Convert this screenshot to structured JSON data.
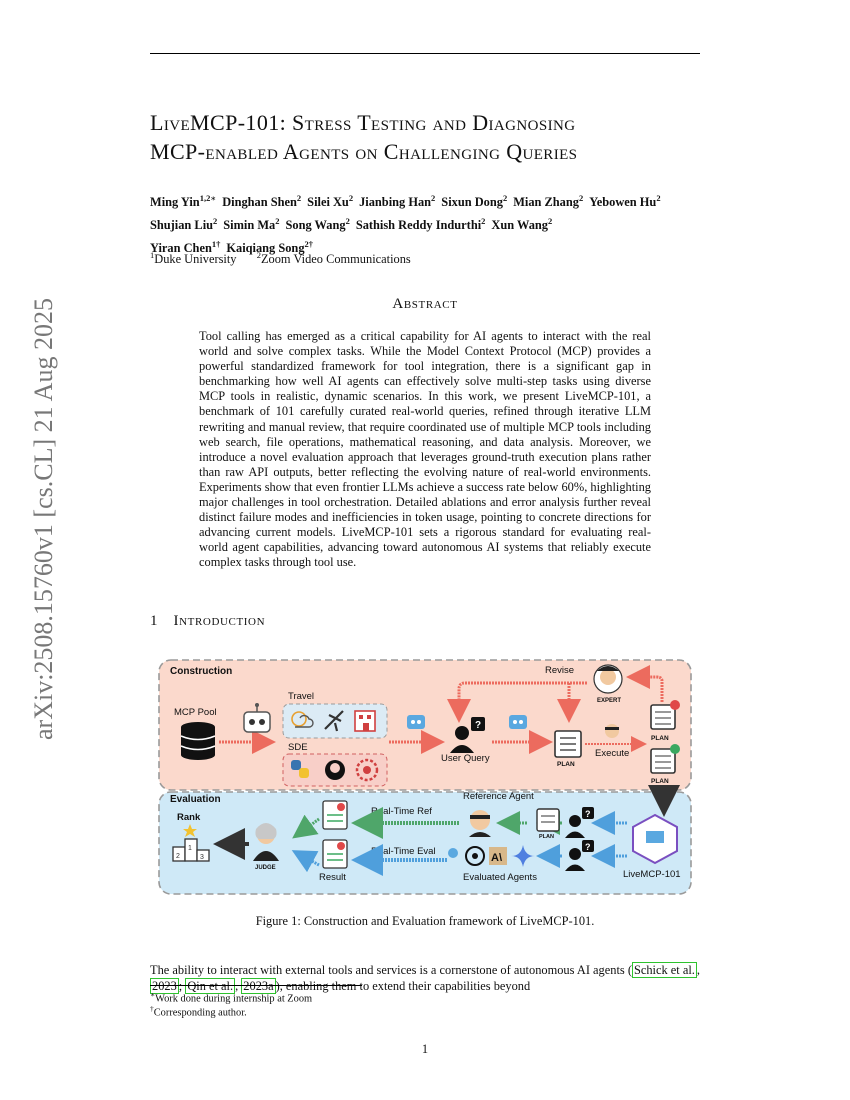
{
  "arxiv_stamp": "arXiv:2508.15760v1  [cs.CL]  21 Aug 2025",
  "title": {
    "line1": "LiveMCP-101: Stress Testing and Diagnosing",
    "line2": "MCP-enabled Agents on Challenging Queries"
  },
  "authors": {
    "line1": [
      {
        "name": "Ming Yin",
        "sup": "1,2∗"
      },
      {
        "name": "Dinghan Shen",
        "sup": "2"
      },
      {
        "name": "Silei Xu",
        "sup": "2"
      },
      {
        "name": "Jianbing Han",
        "sup": "2"
      },
      {
        "name": "Sixun Dong",
        "sup": "2"
      },
      {
        "name": "Mian Zhang",
        "sup": "2"
      },
      {
        "name": "Yebowen Hu",
        "sup": "2"
      }
    ],
    "line2": [
      {
        "name": "Shujian Liu",
        "sup": "2"
      },
      {
        "name": "Simin Ma",
        "sup": "2"
      },
      {
        "name": "Song Wang",
        "sup": "2"
      },
      {
        "name": "Sathish Reddy Indurthi",
        "sup": "2"
      },
      {
        "name": "Xun Wang",
        "sup": "2"
      }
    ],
    "line3": [
      {
        "name": "Yiran Chen",
        "sup": "1†"
      },
      {
        "name": "Kaiqiang Song",
        "sup": "2†"
      }
    ]
  },
  "affiliations": {
    "a1_sup": "1",
    "a1": "Duke University",
    "a2_sup": "2",
    "a2": "Zoom Video Communications"
  },
  "abstract": {
    "heading": "Abstract",
    "body": "Tool calling has emerged as a critical capability for AI agents to interact with the real world and solve complex tasks. While the Model Context Protocol (MCP) provides a powerful standardized framework for tool integration, there is a significant gap in benchmarking how well AI agents can effectively solve multi-step tasks using diverse MCP tools in realistic, dynamic scenarios. In this work, we present LiveMCP-101, a benchmark of 101 carefully curated real-world queries, refined through iterative LLM rewriting and manual review, that require coordinated use of multiple MCP tools including web search, file operations, mathematical reasoning, and data analysis. Moreover, we introduce a novel evaluation approach that leverages ground-truth execution plans rather than raw API outputs, better reflecting the evolving nature of real-world environments. Experiments show that even frontier LLMs achieve a success rate below 60%, highlighting major challenges in tool orchestration. Detailed ablations and error analysis further reveal distinct failure modes and inefficiencies in token usage, pointing to concrete directions for advancing current models. LiveMCP-101 sets a rigorous standard for evaluating real-world agent capabilities, advancing toward autonomous AI systems that reliably execute complex tasks through tool use."
  },
  "section": {
    "number": "1",
    "title": "Introduction"
  },
  "figure": {
    "construction_label": "Construction",
    "evaluation_label": "Evaluation",
    "mcp_pool": "MCP Pool",
    "travel": "Travel",
    "sde": "SDE",
    "user_query": "User Query",
    "revise": "Revise",
    "expert": "EXPERT",
    "plan": "PLAN",
    "execute": "Execute",
    "rank": "Rank",
    "judge": "JUDGE",
    "result": "Result",
    "realtime_ref": "Real-Time Ref",
    "realtime_eval": "Real-Time Eval",
    "reference_agent": "Reference Agent",
    "evaluated_agents": "Evaluated Agents",
    "livemcp": "LiveMCP-101",
    "colors": {
      "construction_bg": "#fbd9cc",
      "evaluation_bg": "#cfe9f7",
      "red_arrow": "#ec6b5e",
      "green_arrow": "#4fa66a",
      "blue_arrow": "#4f9fdc"
    }
  },
  "caption": "Figure 1: Construction and Evaluation framework of LiveMCP-101.",
  "intro": {
    "text_before": "The ability to interact with external tools and services is a cornerstone of autonomous AI agents (",
    "cite1_name": "Schick et al.",
    "sep1": ", ",
    "cite1_year": "2023",
    "sep2": "; ",
    "cite2_name": "Qin et al.",
    "sep3": ", ",
    "cite2_year": "2023a",
    "text_after": "), enabling them to extend their capabilities beyond"
  },
  "footnotes": [
    {
      "mark": "∗",
      "text": "Work done during internship at Zoom"
    },
    {
      "mark": "†",
      "text": "Corresponding author."
    }
  ],
  "page_number": "1"
}
